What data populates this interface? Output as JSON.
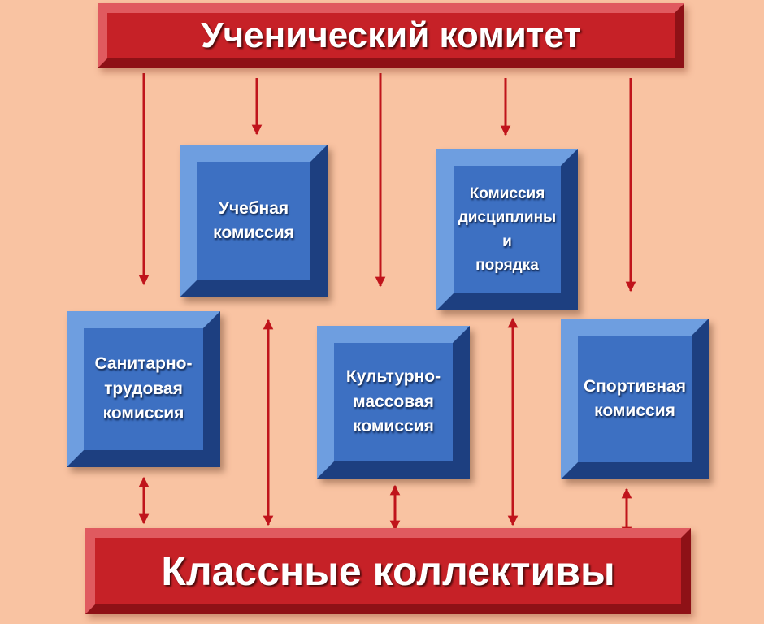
{
  "title": "Ученический комитет",
  "footer": "Классные коллективы",
  "commissions": [
    {
      "id": "study",
      "label": "Учебная\nкомиссия"
    },
    {
      "id": "discipline",
      "label": "Комиссия\nдисциплины\nи\nпорядка"
    },
    {
      "id": "sanitary",
      "label": "Санитарно-\nтрудовая\nкомиссия"
    },
    {
      "id": "cultural",
      "label": "Культурно-\nмассовая\nкомиссия"
    },
    {
      "id": "sport",
      "label": "Спортивная\nкомиссия"
    }
  ],
  "colors": {
    "background": "#f9c3a2",
    "banner": "#c62127",
    "box": "#3d70c2",
    "arrow": "#c0141b"
  },
  "links": [
    {
      "from": "title",
      "to": "sanitary",
      "direction": "down"
    },
    {
      "from": "title",
      "to": "study",
      "direction": "down"
    },
    {
      "from": "title",
      "to": "cultural",
      "direction": "down"
    },
    {
      "from": "title",
      "to": "discipline",
      "direction": "down"
    },
    {
      "from": "title",
      "to": "sport",
      "direction": "down"
    },
    {
      "from": "sanitary",
      "to": "footer",
      "direction": "both"
    },
    {
      "from": "study",
      "to": "footer",
      "direction": "both"
    },
    {
      "from": "cultural",
      "to": "footer",
      "direction": "both"
    },
    {
      "from": "discipline",
      "to": "footer",
      "direction": "both"
    },
    {
      "from": "sport",
      "to": "footer",
      "direction": "both"
    }
  ]
}
